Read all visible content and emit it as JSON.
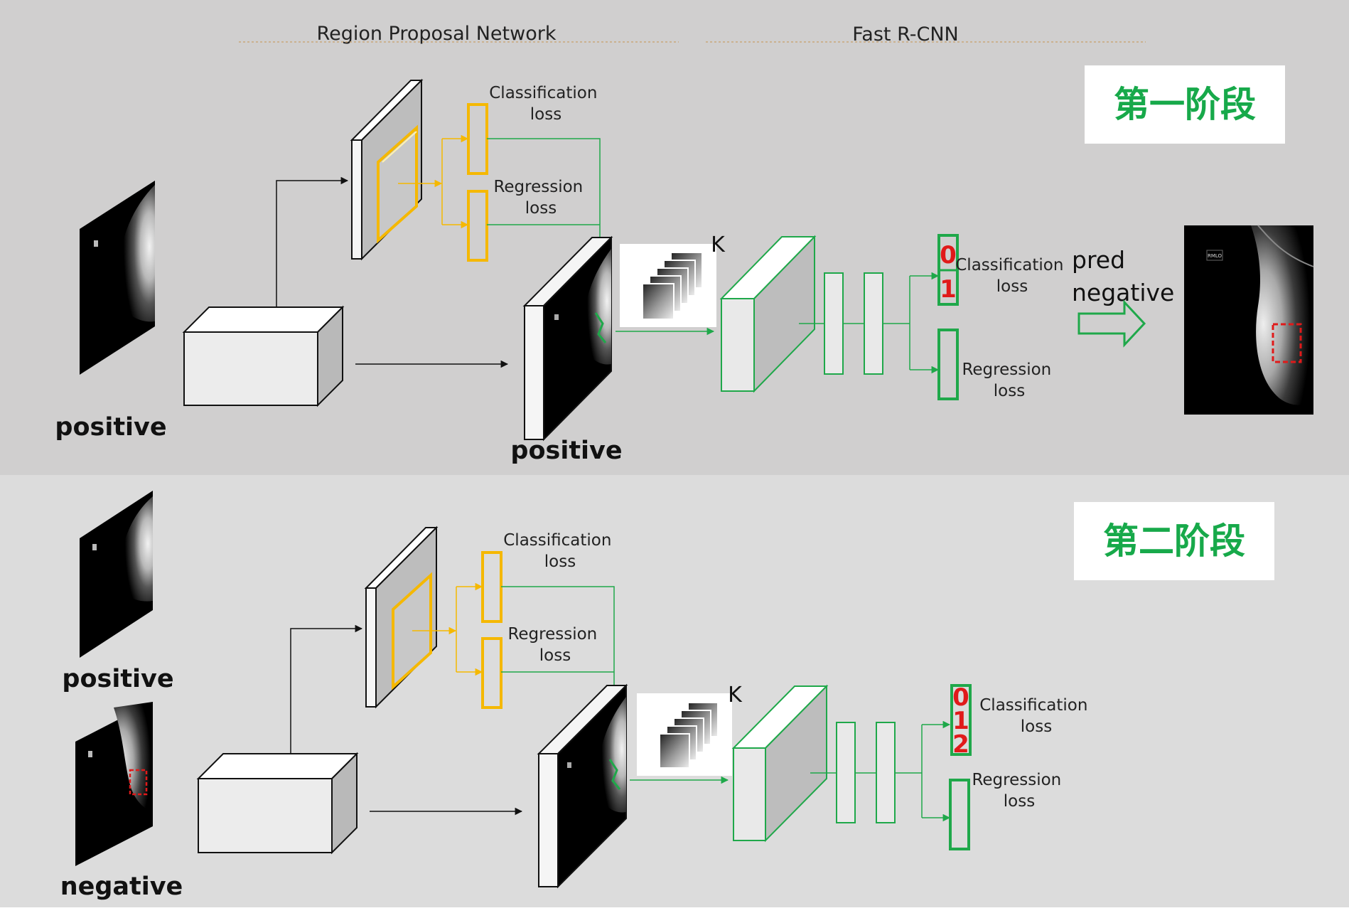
{
  "headers": {
    "rpn": "Region Proposal Network",
    "fast_rcnn": "Fast R-CNN"
  },
  "stage1": {
    "badge": "第一阶段",
    "input_label": "positive",
    "feature_label": "positive",
    "rpn_cls": [
      "Classification",
      "loss"
    ],
    "rpn_reg": [
      "Regression",
      "loss"
    ],
    "k_label": "K",
    "out_cls": [
      "Classification",
      "loss"
    ],
    "out_reg": [
      "Regression",
      "loss"
    ],
    "class_ids": [
      "0",
      "1"
    ],
    "pred": [
      "pred",
      "negative"
    ],
    "thumb_tag": "RMLO"
  },
  "stage2": {
    "badge": "第二阶段",
    "input_label_top": "positive",
    "input_label_bottom": "negative",
    "rpn_cls": [
      "Classification",
      "loss"
    ],
    "rpn_reg": [
      "Regression",
      "loss"
    ],
    "k_label": "K",
    "out_cls": [
      "Classification",
      "loss"
    ],
    "out_reg": [
      "Regression",
      "loss"
    ],
    "class_ids": [
      "0",
      "1",
      "2"
    ]
  },
  "colors": {
    "panel1": "#d0cfcf",
    "panel2": "#dcdcdc",
    "rpn_accent": "#f5b800",
    "rcnn_accent": "#1fa84a",
    "badge_text": "#17a94a",
    "class_id": "#e01a1a"
  }
}
